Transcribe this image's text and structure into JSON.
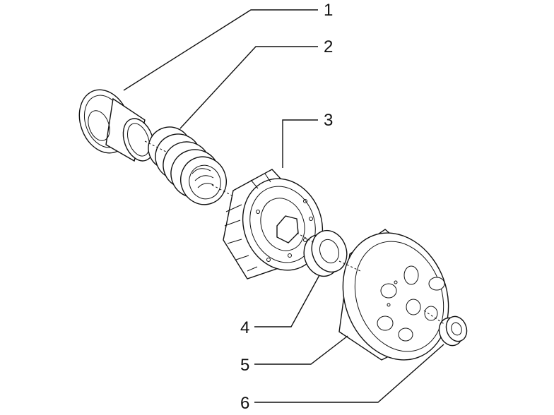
{
  "diagram": {
    "callouts": [
      {
        "number": "1"
      },
      {
        "number": "2"
      },
      {
        "number": "3"
      },
      {
        "number": "4"
      },
      {
        "number": "5"
      },
      {
        "number": "6"
      }
    ]
  },
  "colors": {
    "ink": "#111111",
    "paper": "#ffffff"
  }
}
